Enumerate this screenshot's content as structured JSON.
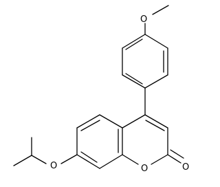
{
  "molecule": {
    "atoms": {
      "methoxy_o": "O",
      "ether_o": "O",
      "ring_o": "O",
      "carbonyl_o": "O"
    }
  }
}
